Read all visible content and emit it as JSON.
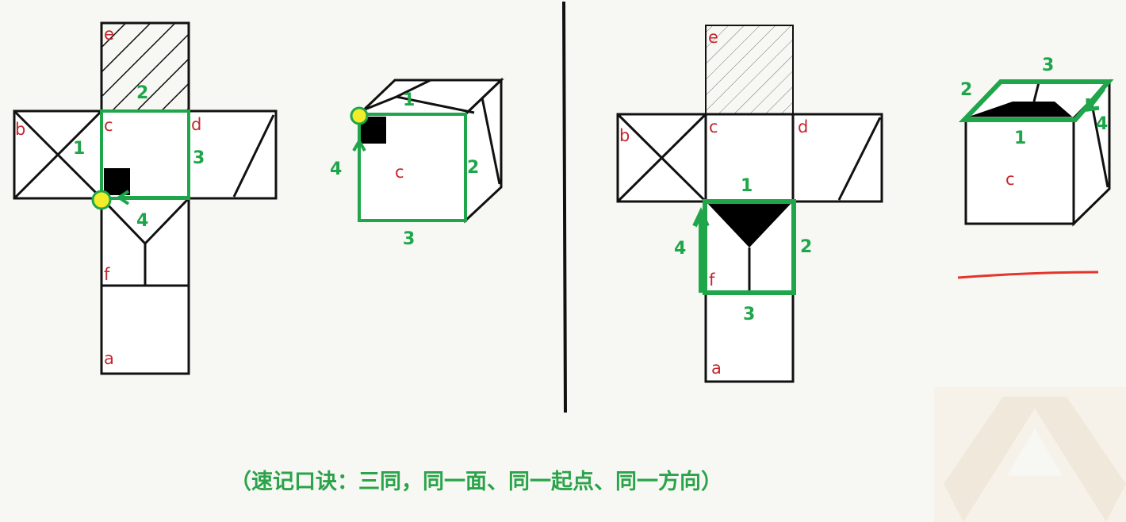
{
  "left_net": {
    "face_labels": {
      "e": "e",
      "b": "b",
      "c": "c",
      "d": "d",
      "f": "f",
      "a": "a"
    },
    "edge_numbers": {
      "n1": "1",
      "n2": "2",
      "n3": "3",
      "n4": "4"
    }
  },
  "left_cube": {
    "face_label": "c",
    "edge_numbers": {
      "n1": "1",
      "n2": "2",
      "n3": "3",
      "n4": "4"
    }
  },
  "right_net": {
    "face_labels": {
      "e": "e",
      "b": "b",
      "c": "c",
      "d": "d",
      "f": "f",
      "a": "a"
    },
    "edge_numbers": {
      "n1": "1",
      "n2": "2",
      "n3": "3",
      "n4": "4"
    }
  },
  "right_cube": {
    "face_label": "c",
    "edge_numbers": {
      "n1": "1",
      "n2": "2",
      "n3": "3",
      "n4": "4"
    }
  },
  "caption": "（速记口诀：三同，同一面、同一起点、同一方向）",
  "colors": {
    "label": "#c4262e",
    "highlight": "#1fa64a",
    "marker": "#f3ec2a",
    "underline": "#e3352c"
  }
}
